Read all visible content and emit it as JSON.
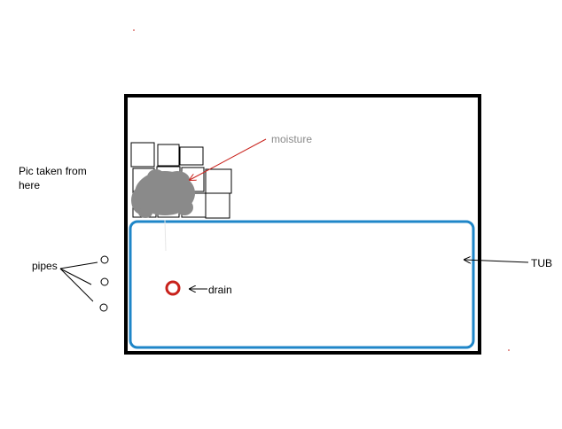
{
  "labels": {
    "moisture": "moisture",
    "pic_taken_from_here": "Pic taken from here",
    "pipes": "pipes",
    "drain": "drain",
    "tub": "TUB"
  },
  "colors": {
    "room_outline": "#000000",
    "tub_outline": "#1f86c8",
    "drain_ring": "#c8211b",
    "moisture_arrow": "#c8211b",
    "moisture_stain": "#8a8a8a",
    "moisture_label": "#8a8a8a",
    "tile_outline": "#000000",
    "pointer_lines": "#000000"
  }
}
